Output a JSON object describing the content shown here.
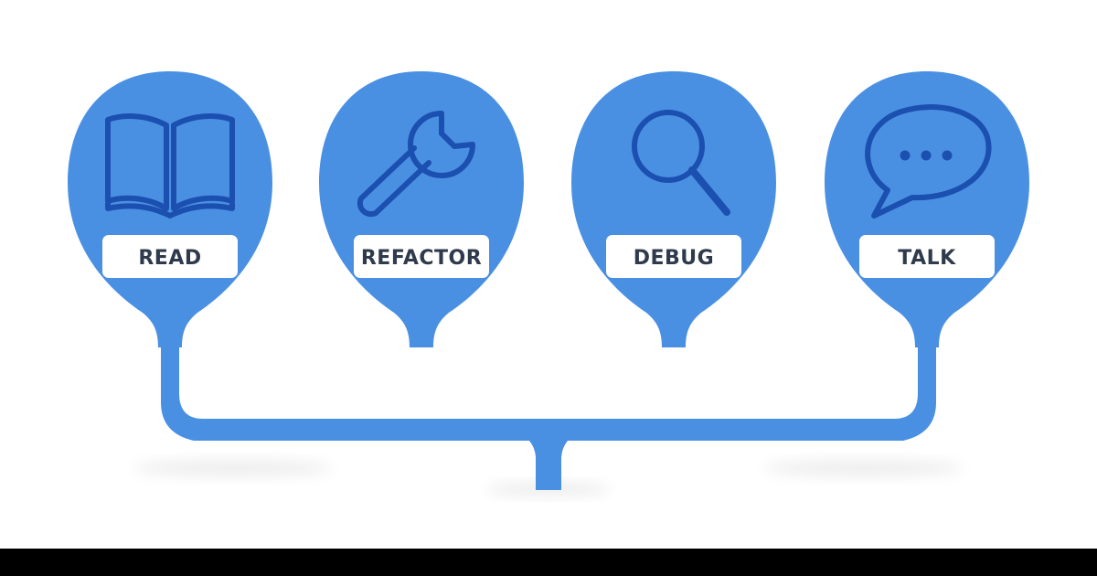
{
  "colors": {
    "accent": "#4A90E2",
    "icon_stroke": "#1B4FB0",
    "label_bg": "#FFFFFF",
    "label_text": "#2F3B4C",
    "background": "#FFFFFF"
  },
  "nodes": [
    {
      "label": "READ",
      "icon": "open-book-icon"
    },
    {
      "label": "REFACTOR",
      "icon": "wrench-icon"
    },
    {
      "label": "DEBUG",
      "icon": "magnifier-icon"
    },
    {
      "label": "TALK",
      "icon": "chat-bubble-icon"
    }
  ]
}
